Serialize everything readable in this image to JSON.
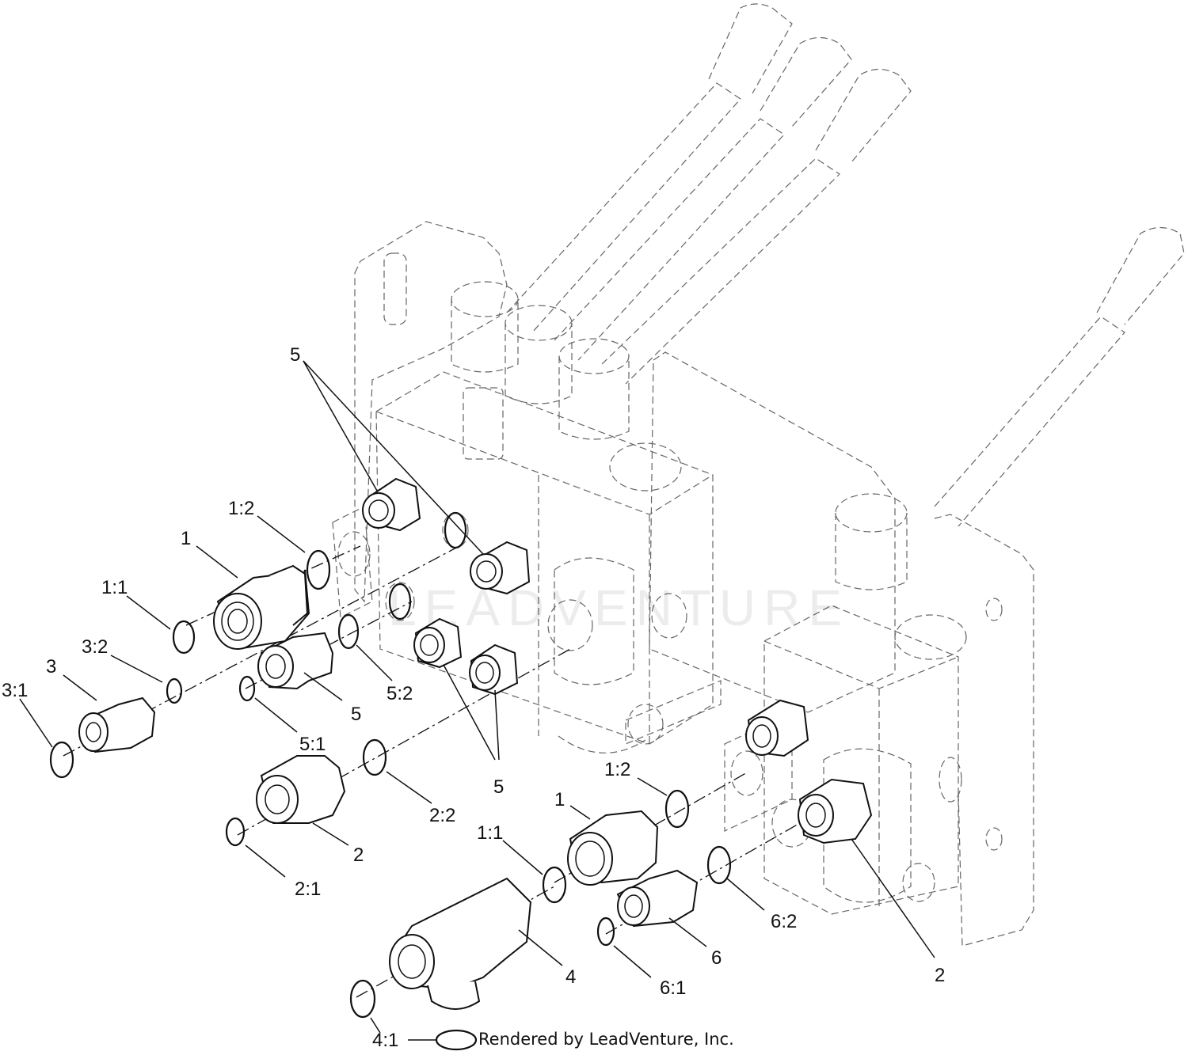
{
  "callouts": {
    "c5_top": "5",
    "c1_2_left": "1:2",
    "c1_left": "1",
    "c1_1_left": "1:1",
    "c3_2": "3:2",
    "c3": "3",
    "c3_1": "3:1",
    "c5_mid": "5",
    "c5_2": "5:2",
    "c5_1": "5:1",
    "c5_bottom": "5",
    "c2_2": "2:2",
    "c2_left": "2",
    "c2_1": "2:1",
    "c1_2_right": "1:2",
    "c1_right": "1",
    "c1_1_right": "1:1",
    "c6_2": "6:2",
    "c6": "6",
    "c6_1": "6:1",
    "c4": "4",
    "c4_1": "4:1",
    "c2_right": "2"
  },
  "watermark": "LEADVENTURE",
  "credit": "Rendered by LeadVenture, Inc."
}
